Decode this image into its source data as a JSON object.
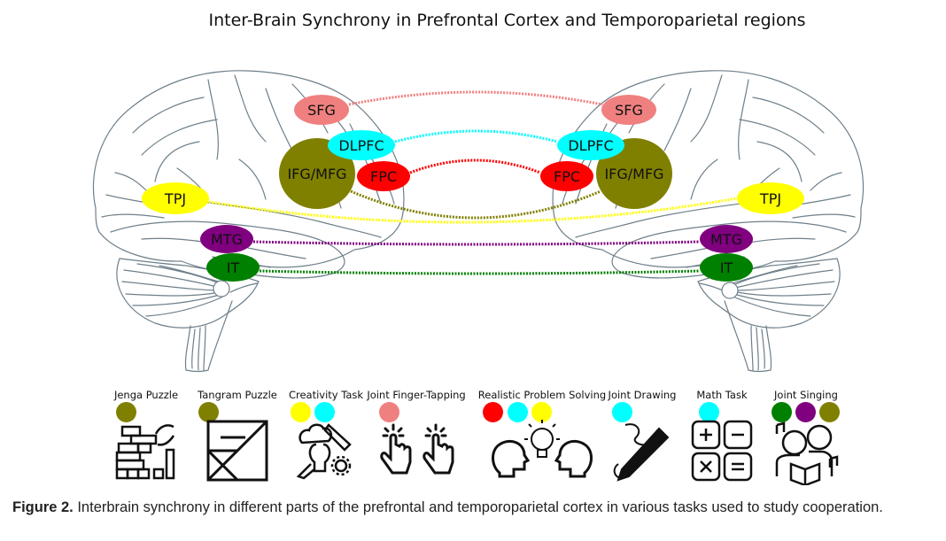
{
  "title": "Inter-Brain Synchrony in Prefrontal Cortex and Temporoparietal regions",
  "regions": [
    {
      "id": "SFG",
      "label": "SFG",
      "color": "#f08080"
    },
    {
      "id": "DLPFC",
      "label": "DLPFC",
      "color": "#00ffff"
    },
    {
      "id": "IFG_MFG",
      "label": "IFG/MFG",
      "color": "#808000"
    },
    {
      "id": "FPC",
      "label": "FPC",
      "color": "#ff0000"
    },
    {
      "id": "TPJ",
      "label": "TPJ",
      "color": "#ffff00"
    },
    {
      "id": "MTG",
      "label": "MTG",
      "color": "#800080"
    },
    {
      "id": "IT",
      "label": "IT",
      "color": "#008000"
    }
  ],
  "connections": [
    {
      "region": "SFG",
      "color": "#f08080"
    },
    {
      "region": "DLPFC",
      "color": "#00ffff"
    },
    {
      "region": "FPC",
      "color": "#ff0000"
    },
    {
      "region": "IFG_MFG",
      "color": "#808000"
    },
    {
      "region": "TPJ",
      "color": "#ffff00"
    },
    {
      "region": "MTG",
      "color": "#800080"
    },
    {
      "region": "IT",
      "color": "#008000"
    }
  ],
  "tasks": [
    {
      "label": "Jenga Puzzle",
      "icon": "jenga-icon",
      "regions": [
        "IFG/MFG"
      ],
      "colors": [
        "#808000"
      ]
    },
    {
      "label": "Tangram Puzzle",
      "icon": "tangram-icon",
      "regions": [
        "IFG/MFG"
      ],
      "colors": [
        "#808000"
      ]
    },
    {
      "label": "Creativity Task",
      "icon": "creativity-icon",
      "regions": [
        "TPJ",
        "DLPFC"
      ],
      "colors": [
        "#ffff00",
        "#00ffff"
      ]
    },
    {
      "label": "Joint Finger-Tapping",
      "icon": "finger-tap-icon",
      "regions": [
        "SFG"
      ],
      "colors": [
        "#f08080"
      ]
    },
    {
      "label": "Realistic Problem Solving",
      "icon": "problem-solving-icon",
      "regions": [
        "FPC",
        "DLPFC",
        "TPJ"
      ],
      "colors": [
        "#ff0000",
        "#00ffff",
        "#ffff00"
      ]
    },
    {
      "label": "Joint Drawing",
      "icon": "drawing-icon",
      "regions": [
        "DLPFC"
      ],
      "colors": [
        "#00ffff"
      ]
    },
    {
      "label": "Math Task",
      "icon": "math-icon",
      "regions": [
        "DLPFC"
      ],
      "colors": [
        "#00ffff"
      ]
    },
    {
      "label": "Joint Singing",
      "icon": "singing-icon",
      "regions": [
        "IT",
        "MTG",
        "IFG/MFG"
      ],
      "colors": [
        "#008000",
        "#800080",
        "#808000"
      ]
    }
  ],
  "caption": {
    "label": "Figure 2.",
    "text": " Interbrain synchrony in different parts of the prefrontal and temporoparietal cortex in various tasks used to study cooperation."
  },
  "colors": {
    "brain_outline": "#6e7f8a",
    "icon_stroke": "#111111"
  }
}
